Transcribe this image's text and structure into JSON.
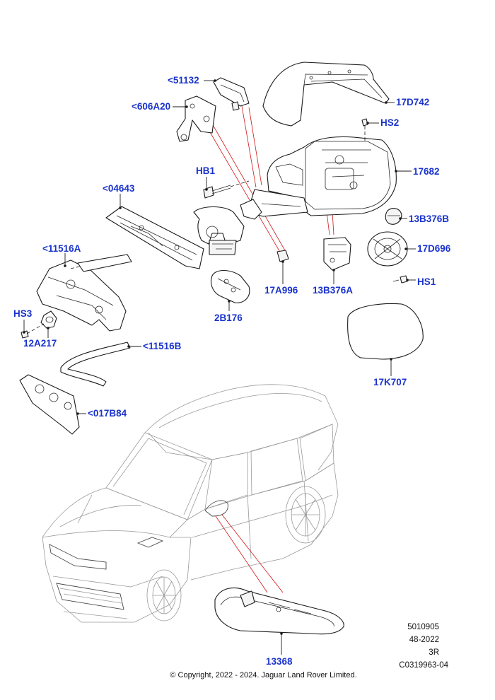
{
  "callouts": {
    "c51132": "<51132",
    "c606A20": "<606A20",
    "c17D742": "17D742",
    "cHS2": "HS2",
    "cHB1": "HB1",
    "c17682": "17682",
    "c04643": "<04643",
    "c13B376B": "13B376B",
    "c11516A": "<11516A",
    "c17D696": "17D696",
    "cHS3": "HS3",
    "cHS1": "HS1",
    "c17A996": "17A996",
    "c13B376A": "13B376A",
    "c2B176": "2B176",
    "c12A217": "12A217",
    "c11516B": "<11516B",
    "c17K707": "17K707",
    "c017B84": "<017B84",
    "c13368": "13368"
  },
  "footer": {
    "line1": "5010905",
    "line2": "48-2022",
    "line3": "3R",
    "line4": "C0319963-04",
    "copyright": "© Copyright, 2022 - 2024. Jaguar Land Rover Limited."
  },
  "colors": {
    "callout": "#1a33cc",
    "association_line": "#d01818",
    "outline": "#1a1a1a",
    "vehicle_outline": "#9a9a9a"
  }
}
